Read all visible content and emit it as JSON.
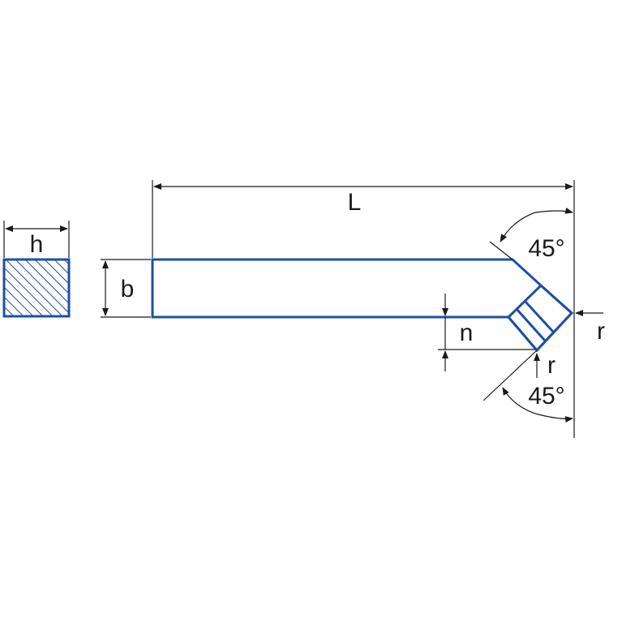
{
  "labels": {
    "h": "h",
    "b": "b",
    "L": "L",
    "n": "n",
    "r_right": "r",
    "r_bottom": "r",
    "angle_top": "45°",
    "angle_bottom": "45°"
  },
  "colors": {
    "outline": "#1f4fa3",
    "dimension": "#1a1a1a",
    "background": "#ffffff"
  }
}
